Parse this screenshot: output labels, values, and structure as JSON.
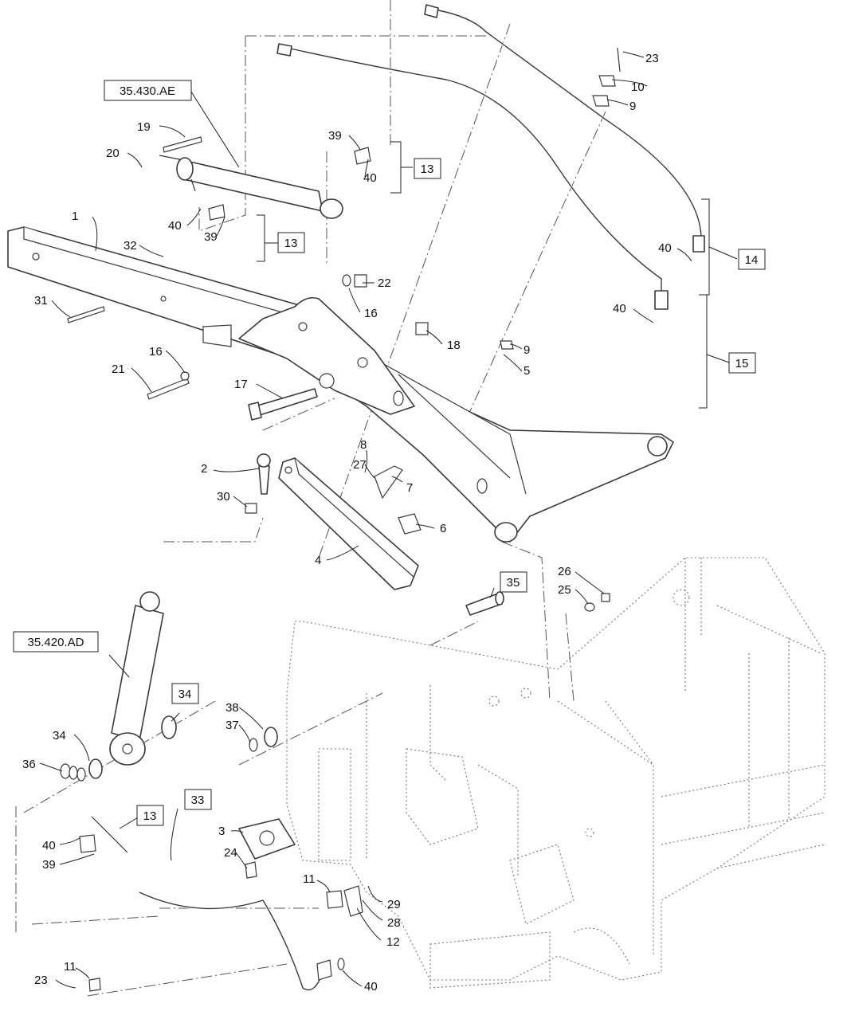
{
  "reference_boxes": {
    "ref_35_430_AE": "35.430.AE",
    "ref_35_420_AD": "35.420.AD",
    "kit_13_a": "13",
    "kit_13_b": "13",
    "kit_13_c": "13",
    "kit_14": "14",
    "kit_15": "15",
    "kit_33": "33",
    "kit_34": "34",
    "kit_35": "35"
  },
  "callouts": {
    "c1": "1",
    "c2": "2",
    "c3": "3",
    "c4": "4",
    "c5": "5",
    "c6": "6",
    "c7": "7",
    "c8": "8",
    "c9a": "9",
    "c9b": "9",
    "c10": "10",
    "c11a": "11",
    "c11b": "11",
    "c12": "12",
    "c16a": "16",
    "c16b": "16",
    "c17": "17",
    "c18": "18",
    "c19": "19",
    "c20": "20",
    "c21": "21",
    "c22": "22",
    "c23a": "23",
    "c23b": "23",
    "c24": "24",
    "c25": "25",
    "c26": "26",
    "c27": "27",
    "c28": "28",
    "c29": "29",
    "c30": "30",
    "c31": "31",
    "c32": "32",
    "c34": "34",
    "c36": "36",
    "c37": "37",
    "c38": "38",
    "c39a": "39",
    "c39b": "39",
    "c39c": "39",
    "c40a": "40",
    "c40b": "40",
    "c40c": "40",
    "c40d": "40",
    "c40e": "40",
    "c40f": "40"
  }
}
